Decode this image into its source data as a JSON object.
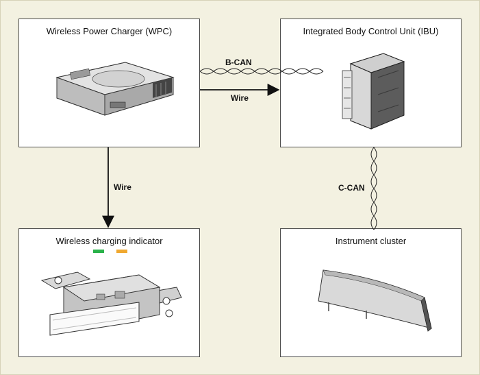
{
  "boxes": {
    "wpc": {
      "title": "Wireless Power Charger (WPC)",
      "icon": "wpc-module-icon"
    },
    "ibu": {
      "title": "Integrated Body Control Unit (IBU)",
      "icon": "ibu-module-icon"
    },
    "indicator": {
      "title": "Wireless charging indicator",
      "icon": "indicator-module-icon"
    },
    "cluster": {
      "title": "Instrument cluster",
      "icon": "cluster-display-icon"
    }
  },
  "connections": {
    "wpc_ibu_can": "B-CAN",
    "wpc_ibu_wire": "Wire",
    "wpc_indicator_wire": "Wire",
    "ibu_cluster_can": "C-CAN"
  },
  "indicator_leds": {
    "green": "#2ab24a",
    "orange": "#f0a830"
  },
  "colors": {
    "background": "#f3f1e1",
    "box_border": "#4a4a4a"
  }
}
